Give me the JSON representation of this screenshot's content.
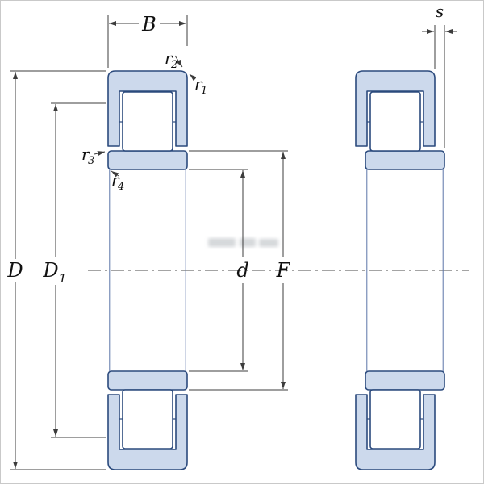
{
  "labels": {
    "width": "B",
    "outer_diameter": "D",
    "shoulder_diameter": {
      "base": "D",
      "sub": "1"
    },
    "bore_diameter": "d",
    "inner_raceway_diameter": "F",
    "axial_displacement": "s",
    "chamfer_r1": {
      "base": "r",
      "sub": "1"
    },
    "chamfer_r2": {
      "base": "r",
      "sub": "2"
    },
    "chamfer_r3": {
      "base": "r",
      "sub": "3"
    },
    "chamfer_r4": {
      "base": "r",
      "sub": "4"
    }
  },
  "colors": {
    "ring_fill": "#ccd9ec",
    "roller_fill": "#ffffff",
    "outline": "#2b4a7d",
    "dimension_line": "#3c3c3c",
    "frame": "#c9c9c9"
  }
}
